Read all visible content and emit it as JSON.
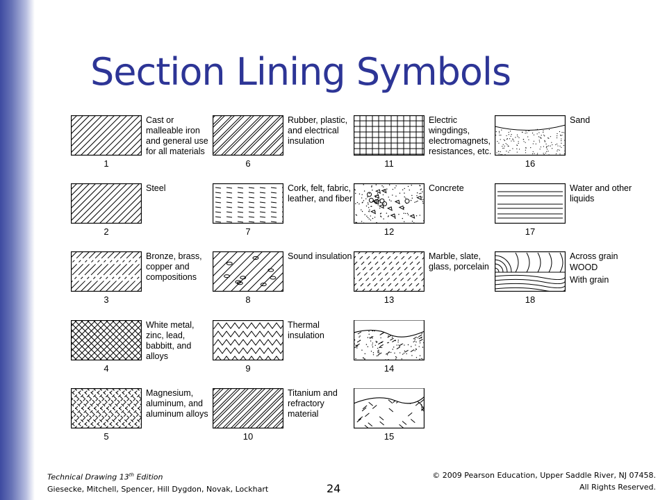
{
  "title": "Section Lining Symbols",
  "symbols": [
    {
      "num": "1",
      "label": "Cast or malleable iron and general use for all materials"
    },
    {
      "num": "2",
      "label": "Steel"
    },
    {
      "num": "3",
      "label": "Bronze, brass, copper and compositions"
    },
    {
      "num": "4",
      "label": "White metal, zinc, lead, babbitt, and alloys"
    },
    {
      "num": "5",
      "label": "Magnesium, aluminum, and aluminum alloys"
    },
    {
      "num": "6",
      "label": "Rubber, plastic, and electrical insulation"
    },
    {
      "num": "7",
      "label": "Cork, felt, fabric, leather, and fiber"
    },
    {
      "num": "8",
      "label": "Sound insulation"
    },
    {
      "num": "9",
      "label": "Thermal insulation"
    },
    {
      "num": "10",
      "label": "Titanium and refractory material"
    },
    {
      "num": "11",
      "label": "Electric wingdings, electromagnets, resistances, etc."
    },
    {
      "num": "12",
      "label": "Concrete"
    },
    {
      "num": "13",
      "label": "Marble, slate, glass, porcelain"
    },
    {
      "num": "14",
      "label": ""
    },
    {
      "num": "15",
      "label": ""
    },
    {
      "num": "16",
      "label": "Sand"
    },
    {
      "num": "17",
      "label": "Water and other liquids"
    },
    {
      "num": "18",
      "label": ""
    }
  ],
  "wood": {
    "across": "Across grain",
    "wood": "WOOD",
    "with": "With grain"
  },
  "footer": {
    "book_title": "Technical Drawing  13",
    "edition_sup": "th",
    "edition_word": " Edition",
    "authors": "Giesecke, Mitchell, Spencer, Hill Dygdon, Novak, Lockhart",
    "copyright": "© 2009 Pearson Education, Upper Saddle River, NJ 07458.",
    "rights": "All Rights Reserved.",
    "page": "24"
  }
}
